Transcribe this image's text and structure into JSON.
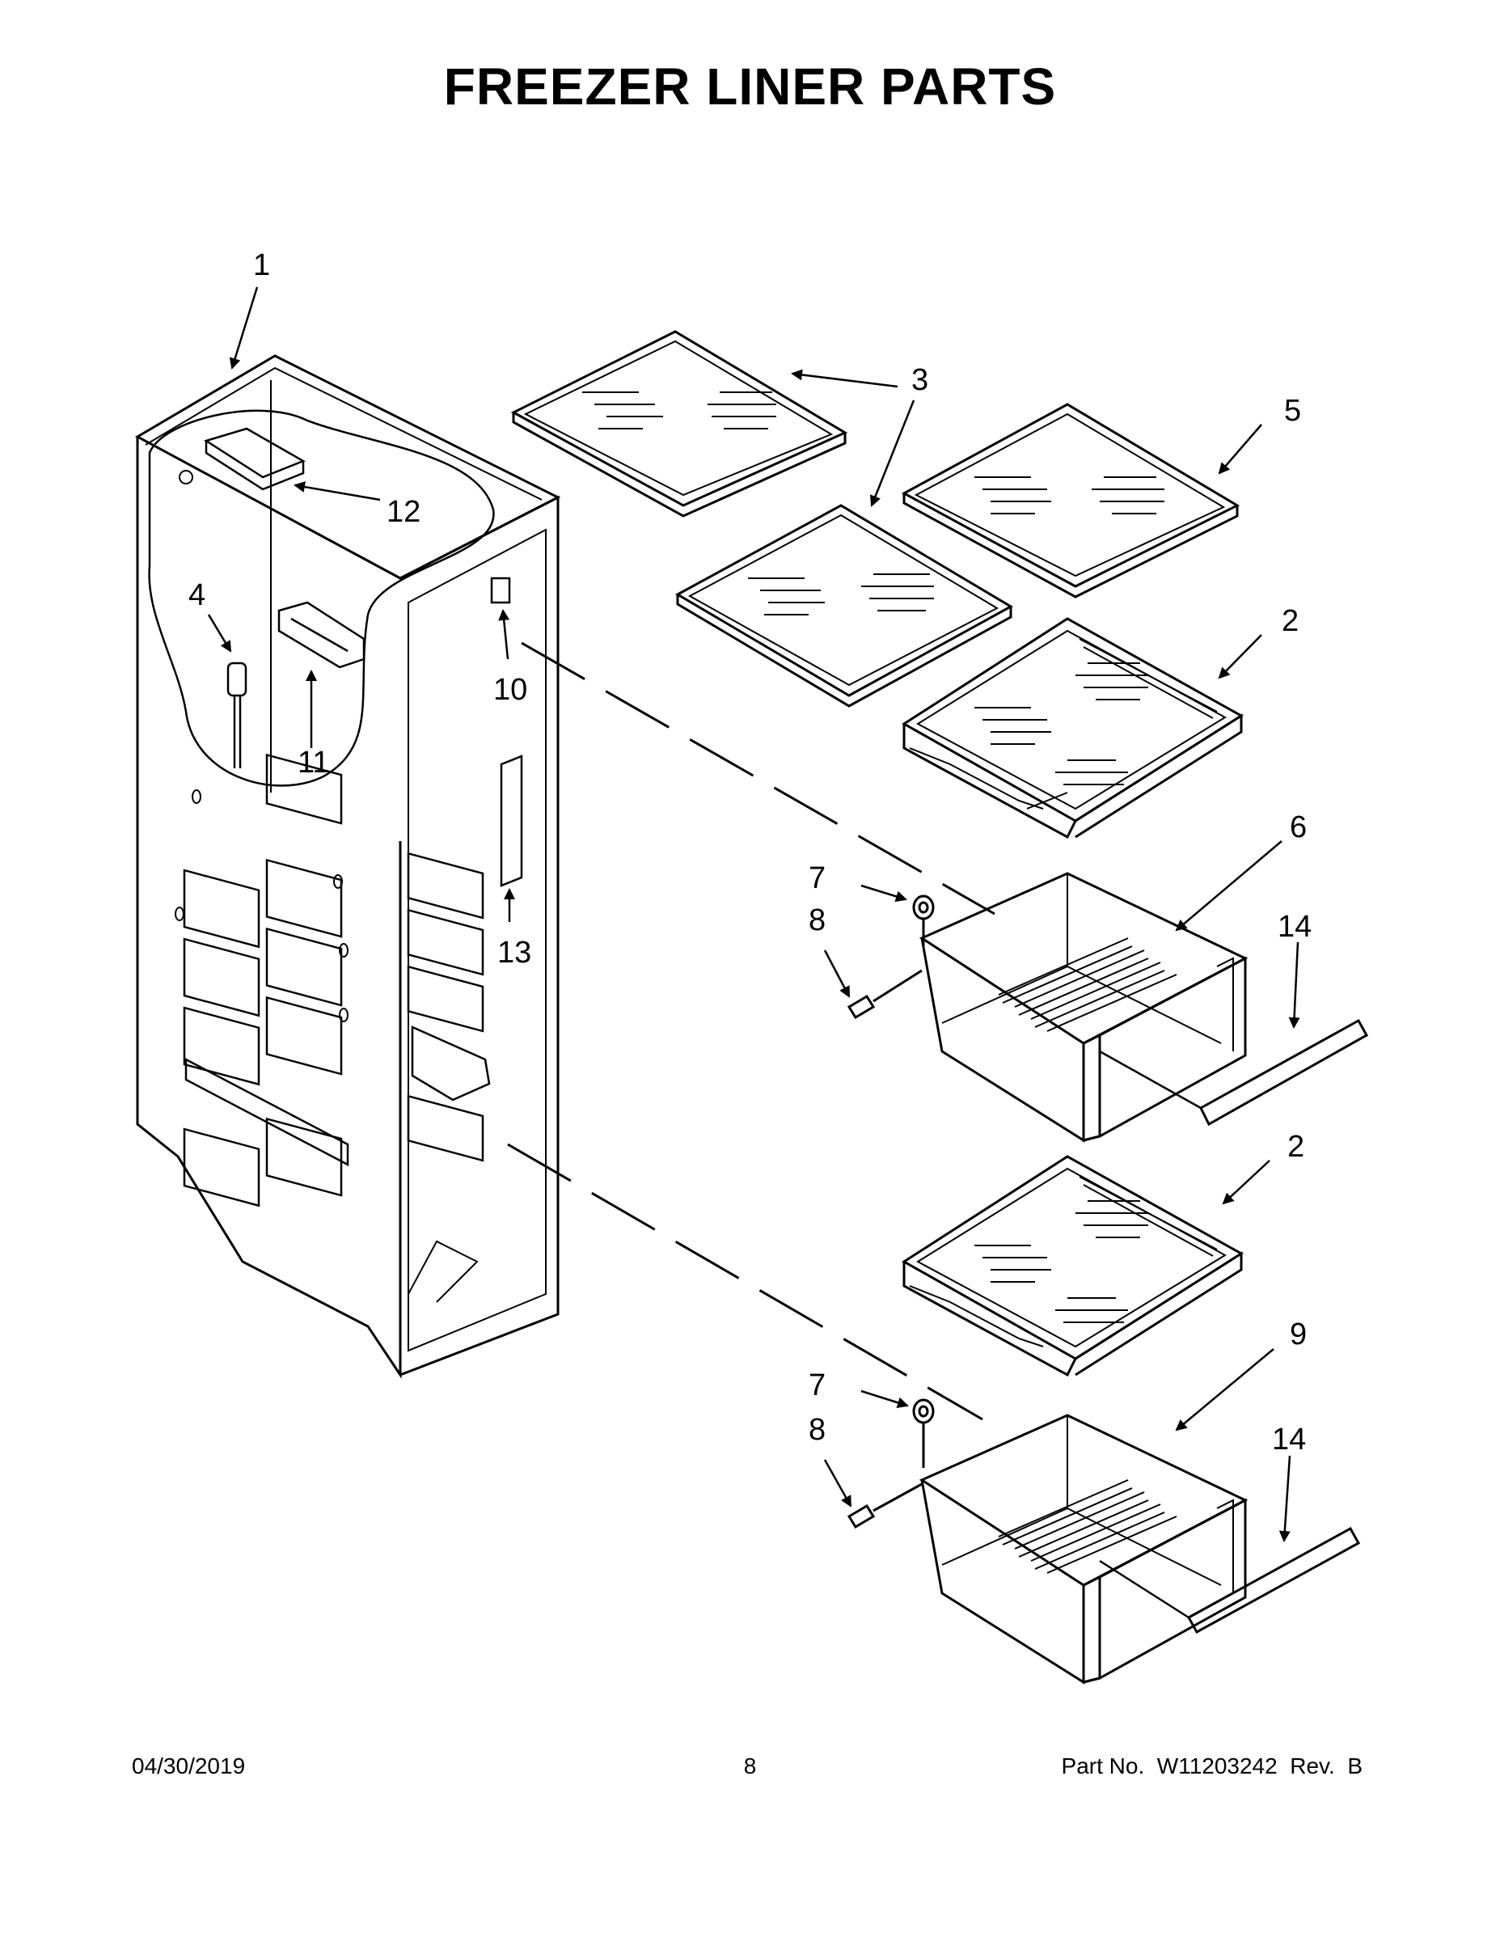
{
  "title": "FREEZER LINER PARTS",
  "callouts": {
    "c1": "1",
    "c2a": "2",
    "c2b": "2",
    "c3": "3",
    "c4": "4",
    "c5": "5",
    "c6": "6",
    "c7a": "7",
    "c7b": "7",
    "c8a": "8",
    "c8b": "8",
    "c9": "9",
    "c10": "10",
    "c11": "11",
    "c12": "12",
    "c13": "13",
    "c14a": "14",
    "c14b": "14"
  },
  "footer": {
    "date": "04/30/2019",
    "page": "8",
    "part": "Part No.  W11203242  Rev.  B"
  },
  "colors": {
    "ink": "#000000",
    "paper": "#ffffff"
  }
}
